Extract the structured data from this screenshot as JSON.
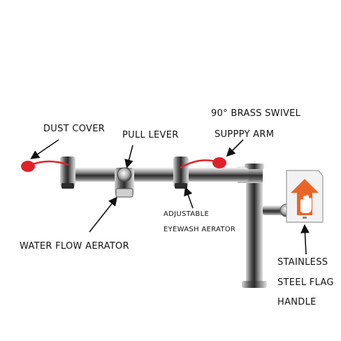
{
  "labels": {
    "dust_cover": "DUST COVER",
    "pull_lever": "PULL LEVER",
    "swivel_line1": "90° BRASS SWIVEL",
    "swivel_line2": "SUPPPY ARM",
    "adjustable_line1": "ADJUSTABLE",
    "adjustable_line2": "EYEWASH AERATOR",
    "water_flow_aerator": "WATER FLOW AERATOR",
    "flag_line1": "STAINLESS",
    "flag_line2": "STEEL FLAG",
    "flag_line3": "HANDLE"
  },
  "colors": {
    "cap_red": "#e0202a",
    "steel_dark": "#3a3a3a",
    "steel_light": "#d9d9d9",
    "flag_orange": "#e8662a",
    "flag_plate": "#f2f2f2"
  },
  "icons": {
    "flag_symbol": "hand-up-arrow-icon"
  }
}
